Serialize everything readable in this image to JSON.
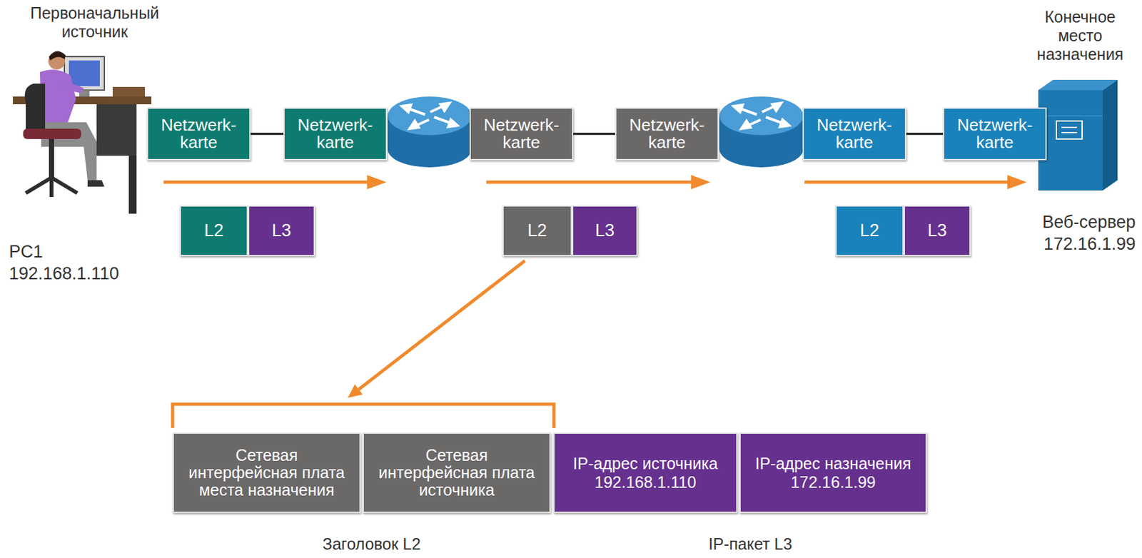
{
  "diagram": {
    "nodes": [
      {
        "text": [
          "Netzwerk- karte"
        ]
      },
      {
        "text": [
          "Netzwerk- karte"
        ]
      },
      {
        "text": [
          "Netzwerk- karte"
        ]
      },
      {
        "text": [
          "Netzwerk- karte"
        ]
      },
      {
        "text": [
          "Netzwerk- karte"
        ]
      },
      {
        "text": [
          "Netzwerk- karte"
        ]
      },
      {
        "text": [
          "L2"
        ]
      },
      {
        "text": [
          "L3"
        ]
      },
      {
        "text": [
          "L2"
        ]
      },
      {
        "text": [
          "L3"
        ]
      },
      {
        "text": [
          "L2"
        ]
      },
      {
        "text": [
          "L3"
        ]
      },
      {
        "text": [
          "Сетевая интерфейсная плата места назначения"
        ]
      },
      {
        "text": [
          "Сетевая интерфейсная плата источника"
        ]
      },
      {
        "text": [
          "IP-адрес источника 192.168.1.110"
        ]
      },
      {
        "text": [
          "IP-адрес назначения 172.16.1.99"
        ]
      }
    ],
    "edges": [
      {
        "from": 0,
        "to": 1,
        "arrow": "none"
      },
      {
        "from": 2,
        "to": 3,
        "arrow": "none"
      },
      {
        "from": 4,
        "to": 5,
        "arrow": "none"
      }
    ],
    "labels": [
      "Первоначальный источник",
      "Конечное место назначения",
      "PC1",
      "192.168.1.110",
      "Веб-сервер",
      "172.16.1.99",
      "Заголовок L2",
      "IP-пакет L3"
    ]
  }
}
